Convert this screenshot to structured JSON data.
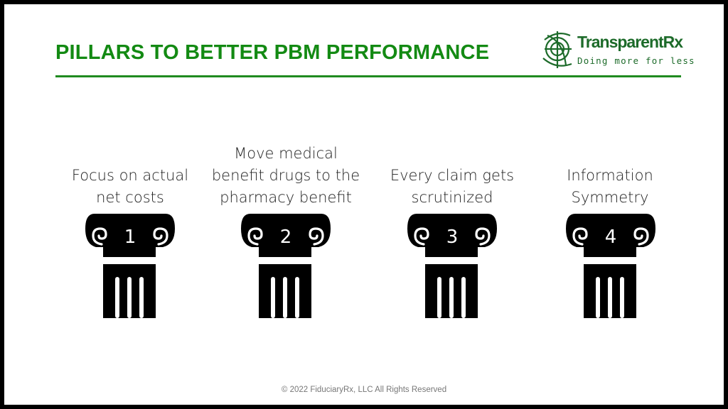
{
  "slide": {
    "title": "PILLARS TO BETTER PBM PERFORMANCE",
    "colors": {
      "title": "#138a13",
      "rule": "#1f8a1f",
      "logo": "#1d6b2a",
      "pillar": "#000000",
      "border": "#000000"
    },
    "logo": {
      "name": "TransparentRx",
      "tagline": "Doing more for less",
      "icon": "target-globe-icon"
    },
    "pillars": [
      {
        "number": "1",
        "lines": [
          "Focus on actual",
          "net costs"
        ]
      },
      {
        "number": "2",
        "lines": [
          "Move medical",
          "benefit drugs to the",
          "pharmacy benefit"
        ]
      },
      {
        "number": "3",
        "lines": [
          "Every claim gets",
          "scrutinized"
        ]
      },
      {
        "number": "4",
        "lines": [
          "Information",
          "Symmetry"
        ]
      }
    ],
    "footer": "© 2022 FiduciaryRx, LLC All Rights Reserved"
  }
}
